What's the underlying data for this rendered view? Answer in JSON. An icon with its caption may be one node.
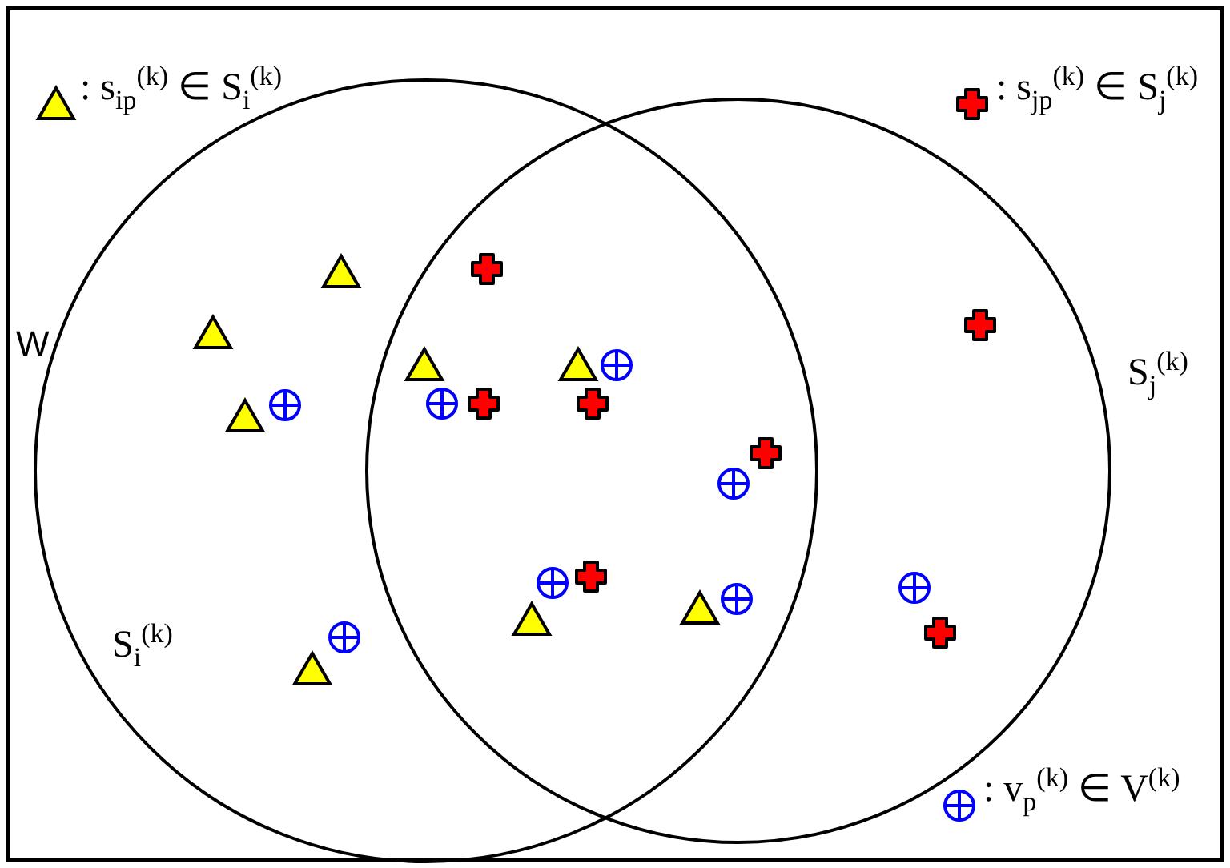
{
  "diagram": {
    "nodes": [
      {
        "text": [
          "W"
        ]
      },
      {
        "text": [
          "S$_{i}$$^{(k)}$"
        ],
        "in": 0
      },
      {
        "text": [],
        "shape": "circle",
        "in": 0,
        "beside": [
          "S$_{j}$$^{(k)}$"
        ]
      }
    ],
    "legend": [
      {
        "text": ": s$_{ip}$$^{(k)}$ ∈ S$_{i}$$^{(k)}$"
      },
      {
        "text": ": s$_{jp}$$^{(k)}$ ∈ S$_{j}$$^{(k)}$"
      },
      {
        "text": ": v$_{p}$$^{(k)}$ ∈ V$^{(k)}$"
      }
    ]
  }
}
